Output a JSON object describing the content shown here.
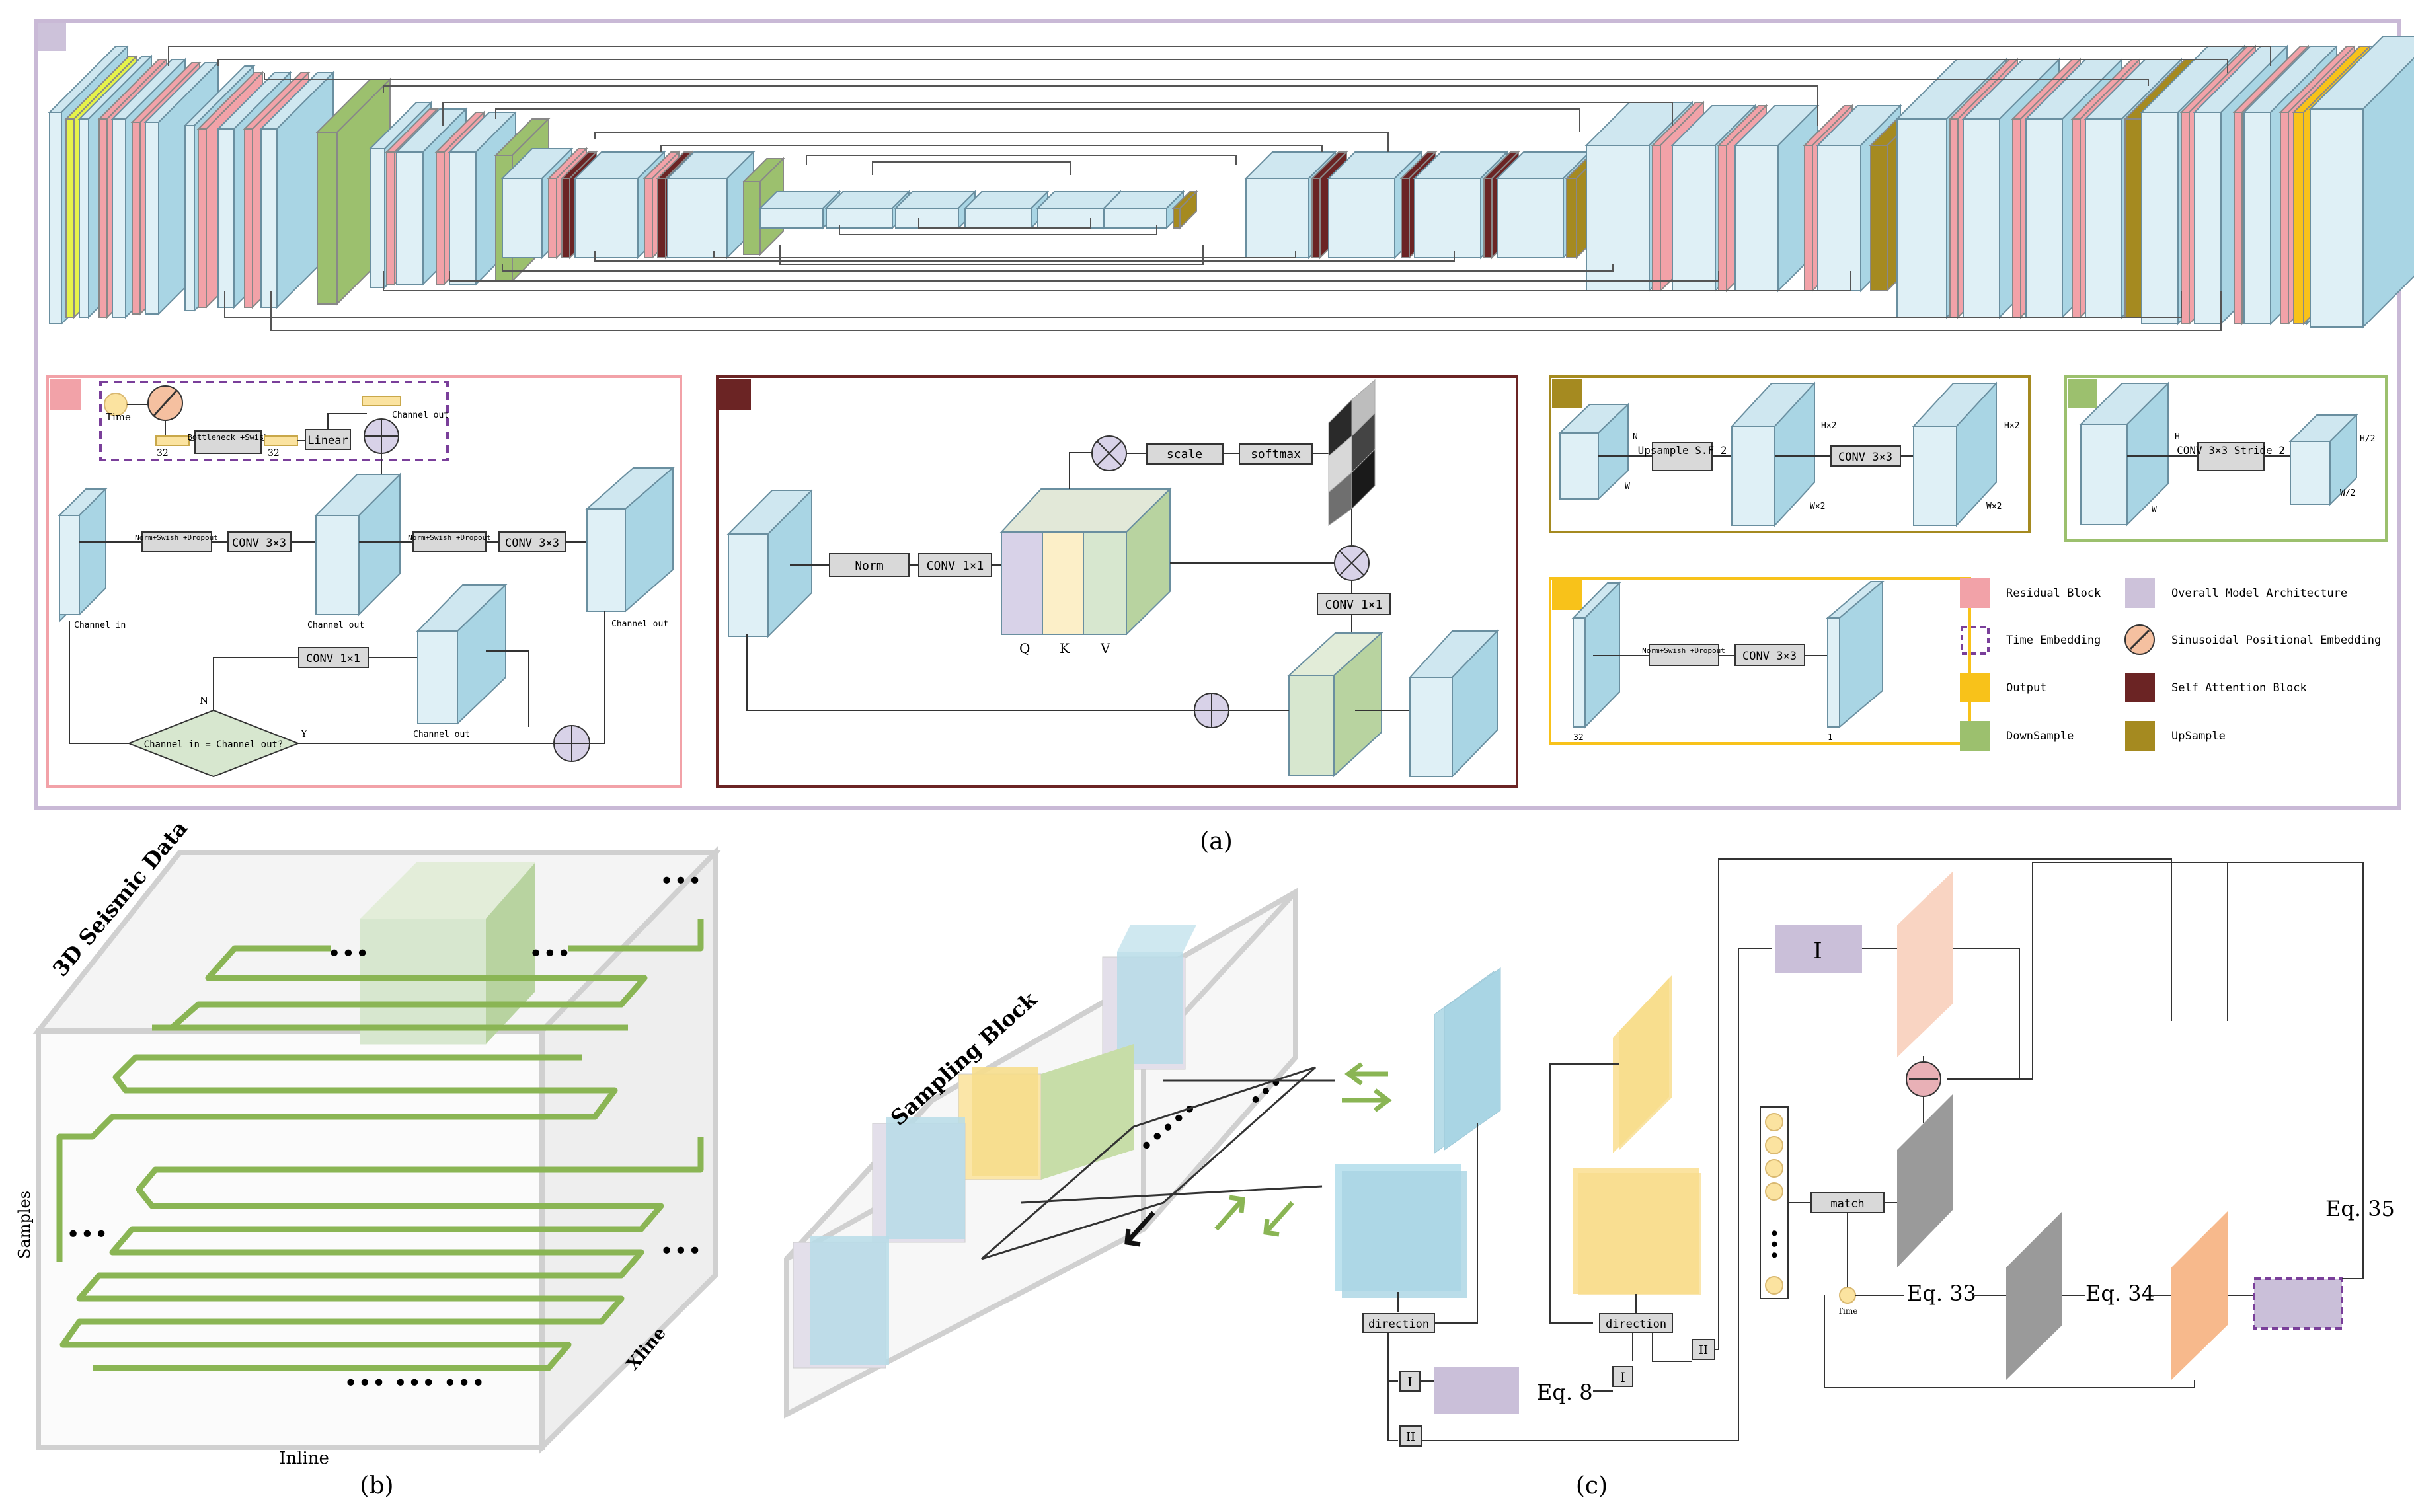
{
  "colors": {
    "frame": "#c9b9d6",
    "cube_face": "#dff0f6",
    "cube_side": "#a9d5e4",
    "residual": "#f2a2a8",
    "time_dash": "#7a3f9a",
    "output": "#f8c21a",
    "downsample": "#9cc06e",
    "overall": "#cdc2da",
    "attention": "#6b2424",
    "upsample": "#a58a20",
    "sinus": "#f5c0a0",
    "green_line": "#8ab554",
    "orange": "#f7b98c",
    "gray": "#9a9a9a",
    "yellow": "#fbe3a0",
    "violet": "#cabfd9"
  },
  "panel_a": {
    "caption": "(a)",
    "residual": {
      "time": "Time",
      "n32a": "32",
      "n32b": "32",
      "bottleneck": "Bottleneck +Swish",
      "linear": "Linear",
      "channel_out_top": "Channel out",
      "norm1": "Norm+Swish +Dropout",
      "conv1": "CONV 3×3",
      "norm2": "Norm+Swish +Dropout",
      "conv2": "CONV 3×3",
      "channel_in": "Channel in",
      "channel_out_mid": "Channel out",
      "channel_out_right": "Channel out",
      "conv_skip": "CONV 1×1",
      "decision": "Channel in = Channel out?",
      "n": "N",
      "y": "Y",
      "channel_out_bottom": "Channel out"
    },
    "attention": {
      "norm": "Norm",
      "conv": "CONV 1×1",
      "scale": "scale",
      "softmax": "softmax",
      "q": "Q",
      "k": "K",
      "v": "V",
      "conv_out": "CONV 1×1"
    },
    "upsample": {
      "n": "N",
      "w": "W",
      "label": "Upsample S.F 2",
      "h2a": "H×2",
      "w2a": "W×2",
      "conv": "CONV 3×3",
      "h2b": "H×2",
      "w2b": "W×2"
    },
    "downsample": {
      "h": "H",
      "w": "W",
      "label": "CONV 3×3 Stride 2",
      "h2": "H/2",
      "w2": "W/2"
    },
    "output": {
      "norm": "Norm+Swish +Dropout",
      "conv": "CONV 3×3",
      "n32": "32",
      "n1": "1"
    },
    "legend": [
      {
        "label": "Residual Block",
        "color": "#f2a2a8",
        "kind": "rect"
      },
      {
        "label": "Overall Model Architecture",
        "color": "#cdc2da",
        "kind": "rect"
      },
      {
        "label": "Time Embedding",
        "color": "#7a3f9a",
        "kind": "dash"
      },
      {
        "label": "Sinusoidal Positional Embedding",
        "color": "#f5c0a0",
        "kind": "circle"
      },
      {
        "label": "Output",
        "color": "#f8c21a",
        "kind": "rect"
      },
      {
        "label": "Self Attention Block",
        "color": "#6b2424",
        "kind": "rect"
      },
      {
        "label": "DownSample",
        "color": "#9cc06e",
        "kind": "rect"
      },
      {
        "label": "UpSample",
        "color": "#a58a20",
        "kind": "rect"
      }
    ]
  },
  "panel_b": {
    "caption": "(b)",
    "title": "3D Seismic Data",
    "samples": "Samples",
    "inline": "Inline",
    "xline": "Xline"
  },
  "panel_c": {
    "caption": "(c)",
    "sampling": "Sampling Block",
    "direction1": "direction",
    "direction2": "direction",
    "i1": "I",
    "ii1": "II",
    "i2": "I",
    "ii2": "II",
    "eq8": "Eq. 8",
    "big_i": "I",
    "match": "match",
    "time": "Time",
    "eq33": "Eq. 33",
    "eq34": "Eq. 34",
    "eq35": "Eq. 35"
  }
}
